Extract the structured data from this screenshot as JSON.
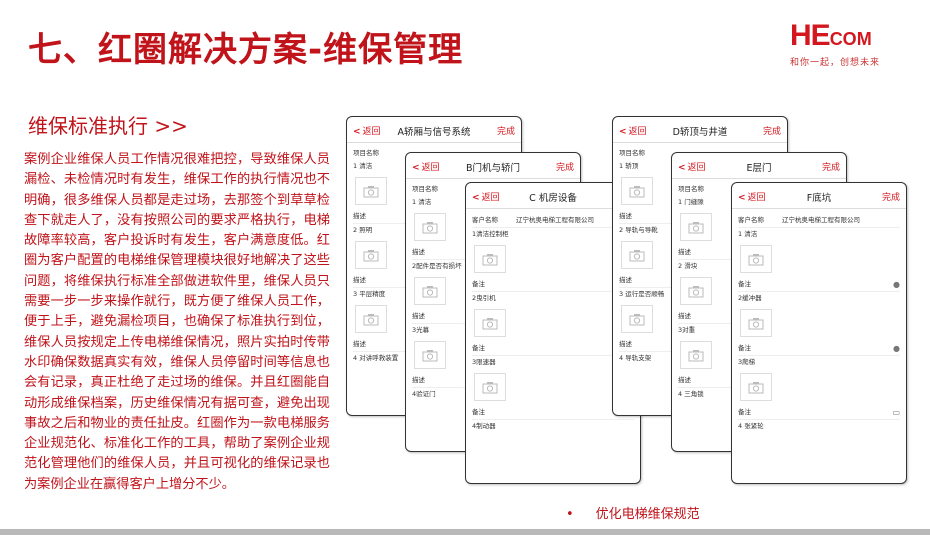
{
  "page": {
    "title": "七、红圈解决方案-维保管理",
    "logo_text_big": "HE",
    "logo_text_small": "COM",
    "logo_slogan": "和你一起，创想未来",
    "section_heading": "维保标准执行 >>",
    "body_text": "案例企业维保人员工作情况很难把控，导致维保人员漏检、未检情况时有发生，维保工作的执行情况也不明确，很多维保人员都是走过场，去那签个到草草检查下就走人了，没有按照公司的要求严格执行，电梯故障率较高，客户投诉时有发生，客户满意度低。红圈为客户配置的电梯维保管理模块很好地解决了这些问题，将维保执行标准全部做进软件里，维保人员只需要一步一步来操作就行，既方便了维保人员工作，便于上手，避免漏检项目，也确保了标准执行到位，维保人员按规定上传电梯维保情况，照片实拍时传带水印确保数据真实有效，维保人员停留时间等信息也会有记录，真正杜绝了走过场的维保。并且红圈能自动形成维保档案，历史维保情况有据可查，避免出现事故之后和物业的责任扯皮。红圈作为一款电梯服务企业规范化、标准化工作的工具，帮助了案例企业规范化管理他们的维保人员，并且可视化的维保记录也为案例企业在赢得客户上增分不少。",
    "caption_bullet": "•",
    "caption": "优化电梯维保规范"
  },
  "phones": {
    "common": {
      "back": "返回",
      "done": "完成",
      "item_name": "项目名称",
      "desc": "描述",
      "note": "备注",
      "customer": "客户名称",
      "company": "辽宁杭奥电梯工程有限公司"
    },
    "a": {
      "title": "A轿厢与信号系统",
      "items": [
        "1 清洁",
        "2 照明",
        "3 平层精度",
        "4 对讲呼救装置"
      ]
    },
    "b": {
      "title": "B门机与轿门",
      "items": [
        "1 清洁",
        "2配件是否有损坏",
        "3光幕",
        "4验证门"
      ]
    },
    "c": {
      "title": "C 机房设备",
      "items": [
        "1清洁控制柜",
        "2曳引机",
        "3限速器",
        "4制动器"
      ]
    },
    "d": {
      "title": "D轿顶与井道",
      "items": [
        "1 轿顶",
        "2 导轨与导靴",
        "3 运行是否顺畅",
        "4 导轨支架"
      ]
    },
    "e": {
      "title": "E层门",
      "items": [
        "1 门缝隙",
        "2 滑块",
        "3对重",
        "4 三角锁"
      ]
    },
    "f": {
      "title": "F底坑",
      "items": [
        "1 清洁",
        "2缓冲器",
        "3爬梯",
        "4 张紧轮"
      ]
    }
  }
}
